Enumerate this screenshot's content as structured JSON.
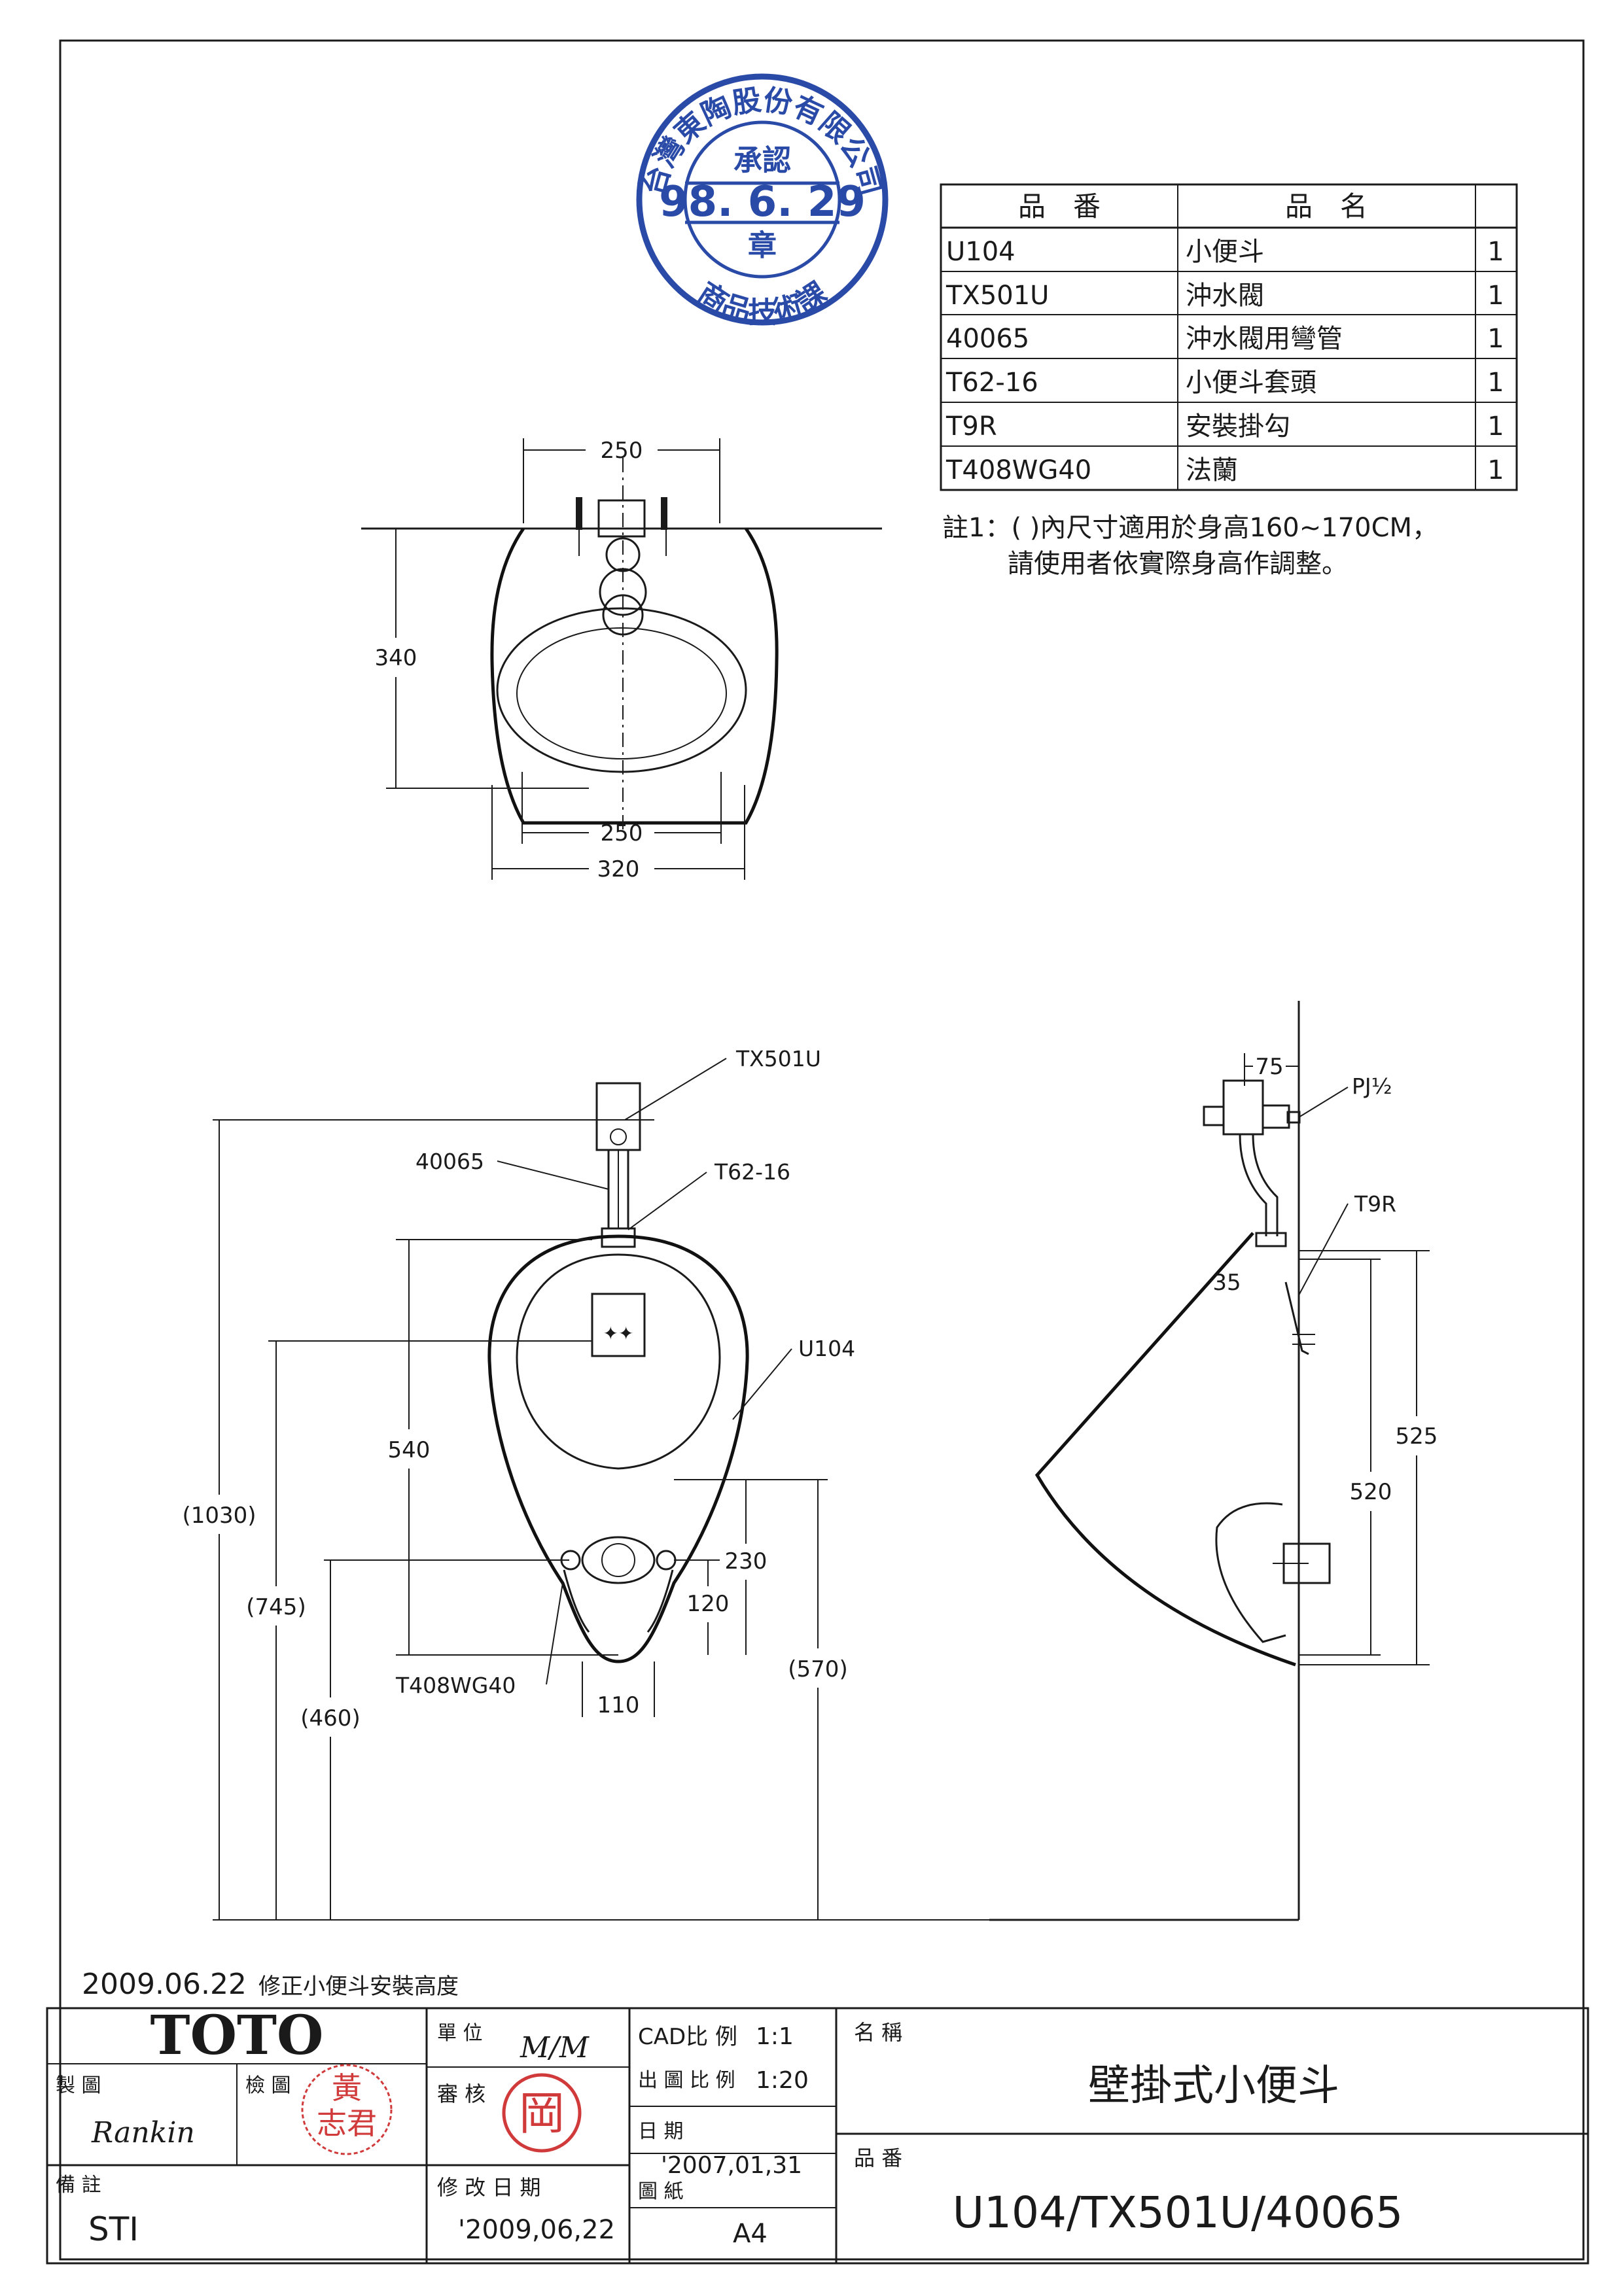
{
  "stamp": {
    "company": "台灣東陶股份有限公司",
    "approve": "承認",
    "date": "98. 6. 29",
    "seal": "章",
    "dept": "商品技術課"
  },
  "parts_table": {
    "headers": [
      "品　番",
      "品　名",
      ""
    ],
    "rows": [
      {
        "code": "U104",
        "name": "小便斗",
        "qty": "1"
      },
      {
        "code": "TX501U",
        "name": "沖水閥",
        "qty": "1"
      },
      {
        "code": "40065",
        "name": "沖水閥用彎管",
        "qty": "1"
      },
      {
        "code": "T62-16",
        "name": "小便斗套頭",
        "qty": "1"
      },
      {
        "code": "T9R",
        "name": "安裝掛勾",
        "qty": "1"
      },
      {
        "code": "T408WG40",
        "name": "法蘭",
        "qty": "1"
      }
    ]
  },
  "note": {
    "line1": "註1：( )內尺寸適用於身高160~170CM，",
    "line2": "請使用者依實際身高作調整。"
  },
  "top_view": {
    "dim_top": "250",
    "dim_height": "340",
    "dim_inner": "250",
    "dim_outer": "320"
  },
  "front_view": {
    "labels": {
      "valve": "TX501U",
      "pipe": "40065",
      "spud": "T62-16",
      "urinal": "U104",
      "flange": "T408WG40"
    },
    "dims": {
      "total": "(1030)",
      "spud_height": "(745)",
      "outlet_height": "(460)",
      "rim_to_outlet": "540",
      "d230": "230",
      "d120": "120",
      "d110": "110",
      "lip": "(570)"
    }
  },
  "side_view": {
    "labels": {
      "inlet": "PJ½",
      "hanger": "T9R"
    },
    "dims": {
      "d75": "75",
      "d35": "35",
      "d525": "525",
      "d520": "520"
    }
  },
  "revision": {
    "date": "2009.06.22",
    "text": "修正小便斗安裝高度"
  },
  "title_block": {
    "brand": "TOTO",
    "unit_label": "單 位",
    "unit_value": "M/M",
    "cad_scale_label": "CAD比 例",
    "cad_scale_value": "1:1",
    "print_scale_label": "出 圖 比 例",
    "print_scale_value": "1:20",
    "name_label": "名 稱",
    "name_value": "壁掛式小便斗",
    "drawn_label": "製 圖",
    "drawn_value": "Rankin",
    "checked_label": "檢 圖",
    "checked_seal": "黃志君",
    "review_label": "審 核",
    "review_seal": "岡",
    "date_label": "日 期",
    "date_value": "'2007,01,31",
    "part_no_label": "品 番",
    "part_no_value": "U104/TX501U/40065",
    "remark_label": "備 註",
    "remark_value": "STI",
    "modified_label": "修 改 日 期",
    "modified_value": "'2009,06,22",
    "paper_label": "圖 紙",
    "paper_value": "A4"
  },
  "colors": {
    "line": "#1a1a1a",
    "stamp": "#2a4aa8",
    "seal": "#d13a3a"
  }
}
